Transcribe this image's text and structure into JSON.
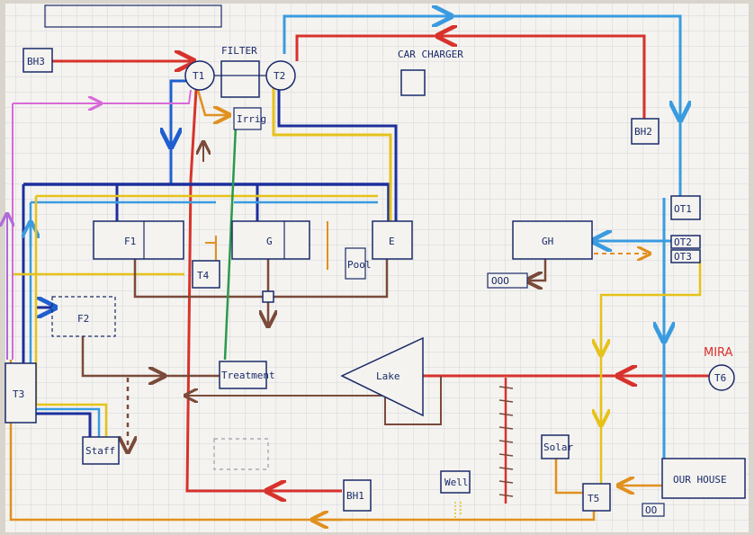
{
  "title": "WATER PLAN AUG 23",
  "colors": {
    "paper": "#f4f3ef",
    "grid": "#c9cdd6",
    "ink": "#1a2a6a",
    "red": "#d8322c",
    "blue": "#1f5fd0",
    "navy": "#1c2f9e",
    "light_blue": "#3a9be0",
    "yellow": "#e6c21a",
    "orange": "#e0901e",
    "brown": "#7a4a3a",
    "green": "#2a9a4a",
    "pink": "#d86ad8",
    "purple": "#b06ad8"
  },
  "labels": {
    "bh3": "BH3",
    "t1": "T1",
    "filter": "FILTER",
    "t2": "T2",
    "car_charger": "CAR CHARGER",
    "irrig": "Irrig",
    "bh2": "BH2",
    "f1": "F1",
    "g": "G",
    "e": "E",
    "gh": "GH",
    "ot1": "OT1",
    "ot2": "OT2",
    "ot3": "OT3",
    "t4": "T4",
    "pool": "Pool",
    "f2": "F2",
    "mira": "MIRA",
    "t6": "T6",
    "treatment": "Treatment",
    "lake": "Lake",
    "t3": "T3",
    "staff": "Staff",
    "solar": "Solar",
    "t5": "T5",
    "our_house": "OUR HOUSE",
    "well": "Well",
    "bh1": "BH1",
    "ooo": "OOO",
    "oo": "OO"
  }
}
